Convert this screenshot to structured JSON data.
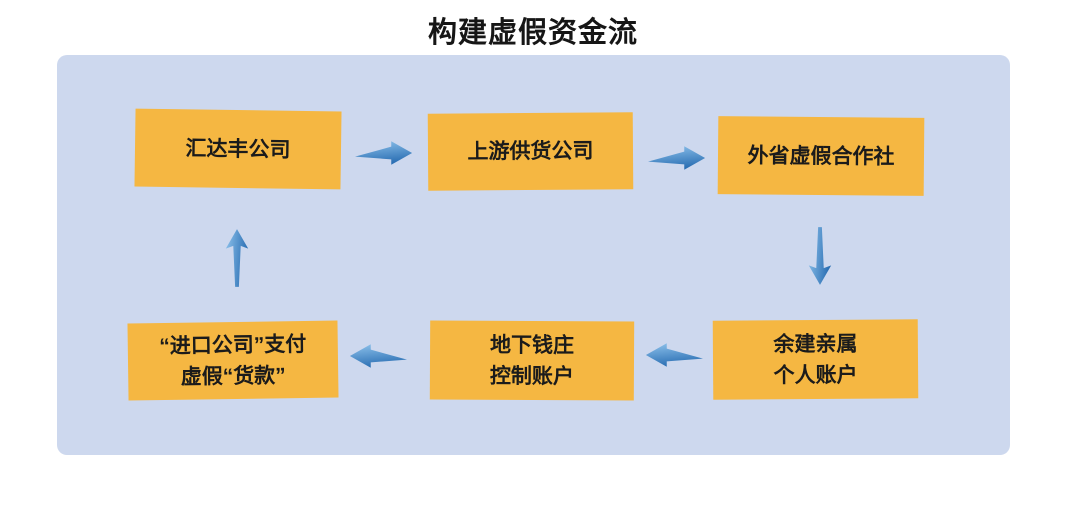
{
  "title": "构建虚假资金流",
  "colors": {
    "panel_background": "#CDD8EE",
    "node_background": "#F5B742",
    "node_text": "#1b1b1b",
    "arrow_light": "#8FC3EC",
    "arrow_dark": "#2C70B4",
    "title_text": "#161616"
  },
  "nodes": [
    {
      "id": "huidafeng-company",
      "lines": [
        "汇达丰公司"
      ]
    },
    {
      "id": "upstream-supplier",
      "lines": [
        "上游供货公司"
      ]
    },
    {
      "id": "fake-cooperative",
      "lines": [
        "外省虚假合作社"
      ]
    },
    {
      "id": "relatives-accounts",
      "lines": [
        "余建亲属",
        "个人账户"
      ]
    },
    {
      "id": "underground-bank",
      "lines": [
        "地下钱庄",
        "控制账户"
      ]
    },
    {
      "id": "import-payment",
      "lines": [
        "“进口公司”支付",
        "虚假“货款”"
      ]
    }
  ],
  "flow": [
    {
      "from": "汇达丰公司",
      "to": "上游供货公司",
      "direction": "right"
    },
    {
      "from": "上游供货公司",
      "to": "外省虚假合作社",
      "direction": "right"
    },
    {
      "from": "外省虚假合作社",
      "to": "余建亲属 个人账户",
      "direction": "down"
    },
    {
      "from": "余建亲属 个人账户",
      "to": "地下钱庄 控制账户",
      "direction": "left"
    },
    {
      "from": "地下钱庄 控制账户",
      "to": "“进口公司”支付 虚假“货款”",
      "direction": "left"
    },
    {
      "from": "“进口公司”支付 虚假“货款”",
      "to": "汇达丰公司",
      "direction": "up"
    }
  ]
}
